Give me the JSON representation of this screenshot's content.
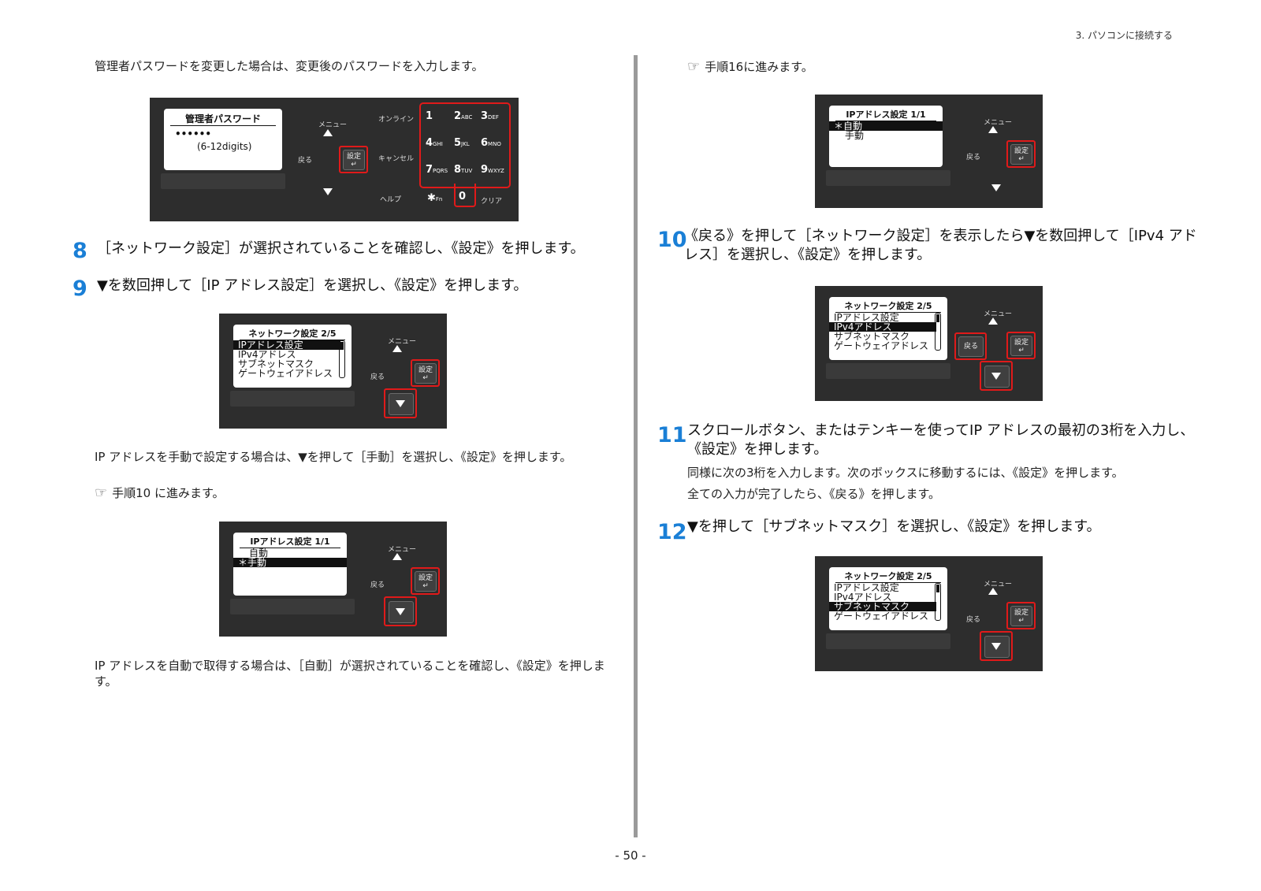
{
  "header": {
    "section": "3. パソコンに接続する"
  },
  "footer": {
    "page": "- 50 -"
  },
  "left": {
    "intro": "管理者パスワードを変更した場合は、変更後のパスワードを入力します。",
    "step8": {
      "num": "8",
      "text": "［ネットワーク設定］が選択されていることを確認し、《設定》を押します。"
    },
    "step9": {
      "num": "9",
      "text": "▼を数回押して［IP アドレス設定］を選択し、《設定》を押します。"
    },
    "manual_note": "IP アドレスを手動で設定する場合は、▼を押して［手動］を選択し、《設定》を押します。",
    "ref10": "手順10 に進みます。",
    "auto_note": "IP アドレスを自動で取得する場合は、［自動］が選択されていることを確認し、《設定》を押します。"
  },
  "right": {
    "ref16": "手順16に進みます。",
    "step10": {
      "num": "10",
      "text": "《戻る》を押して［ネットワーク設定］を表示したら▼を数回押して［IPv4 アドレス］を選択し、《設定》を押します。"
    },
    "step11": {
      "num": "11",
      "text": "スクロールボタン、またはテンキーを使ってIP アドレスの最初の3桁を入力し、《設定》を押します。",
      "note1": "同様に次の3桁を入力します。次のボックスに移動するには、《設定》を押します。",
      "note2": "全ての入力が完了したら、《戻る》を押します。"
    },
    "step12": {
      "num": "12",
      "text": "▼を押して［サブネットマスク］を選択し、《設定》を押します。"
    }
  },
  "panel_labels": {
    "menu": "メニュー",
    "back": "戻る",
    "set": "設定",
    "online": "オンライン",
    "cancel": "キャンセル",
    "help": "ヘルプ",
    "clear": "クリア",
    "fn": "Fn"
  },
  "keypad": [
    {
      "d": "1",
      "s": ""
    },
    {
      "d": "2",
      "s": "ABC"
    },
    {
      "d": "3",
      "s": "DEF"
    },
    {
      "d": "4",
      "s": "GHI"
    },
    {
      "d": "5",
      "s": "JKL"
    },
    {
      "d": "6",
      "s": "MNO"
    },
    {
      "d": "7",
      "s": "PQRS"
    },
    {
      "d": "8",
      "s": "TUV"
    },
    {
      "d": "9",
      "s": "WXYZ"
    },
    {
      "d": "0",
      "s": ""
    }
  ],
  "screens": {
    "password": {
      "title": "管理者パスワード",
      "row1": "••••••",
      "row2": "(6-12digits)"
    },
    "network": {
      "title": "ネットワーク設定 2/5",
      "items": [
        "IPアドレス設定",
        "IPv4アドレス",
        "サブネットマスク",
        "ゲートウェイアドレス"
      ]
    },
    "ipmode": {
      "title": "IPアドレス設定 1/1",
      "items": [
        "自動",
        "手動"
      ],
      "star": "＊"
    }
  }
}
